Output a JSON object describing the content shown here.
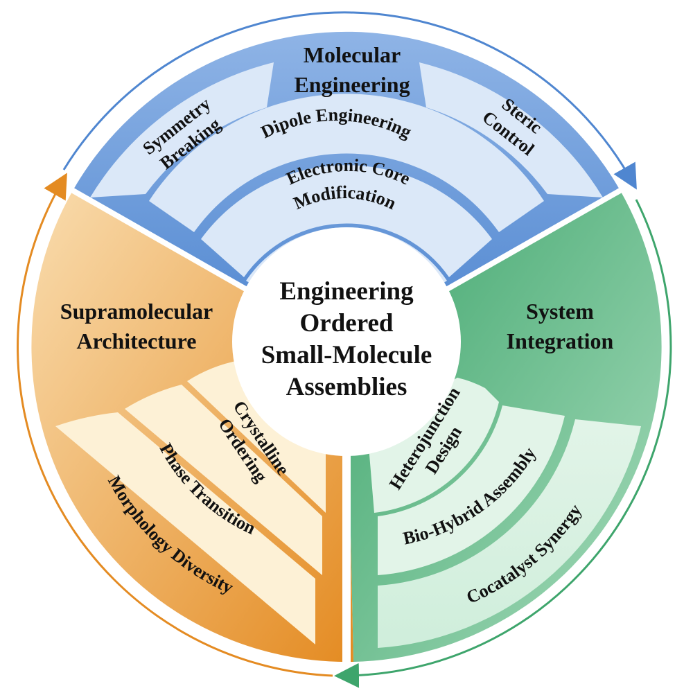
{
  "center": {
    "lines": [
      "Engineering",
      "Ordered",
      "Small-Molecule",
      "Assemblies"
    ]
  },
  "sectors": {
    "molecular": {
      "title": [
        "Molecular",
        "Engineering"
      ],
      "color": "#5b8fd4",
      "light": "#dbe8f8",
      "items": {
        "symmetry": [
          "Symmetry",
          "Breaking"
        ],
        "steric": [
          "Steric",
          "Control"
        ],
        "dipole": "Dipole Engineering",
        "electronic": [
          "Electronic Core",
          "Modification"
        ]
      }
    },
    "system": {
      "title": [
        "System",
        "Integration"
      ],
      "color": "#4aaa78",
      "light": "#dcf2e4",
      "items": {
        "heterojunction": [
          "Heterojunction",
          "Design"
        ],
        "biohybrid": "Bio-Hybrid Assembly",
        "cocatalyst": "Cocatalyst Synergy"
      }
    },
    "supramolecular": {
      "title": [
        "Supramolecular",
        "Architecture"
      ],
      "color": "#e59a3c",
      "light": "#fdf1d6",
      "items": {
        "crystalline": [
          "Crystalline",
          "Ordering"
        ],
        "phase": "Phase Transition",
        "morphology": "Morphology Diversity"
      }
    }
  }
}
